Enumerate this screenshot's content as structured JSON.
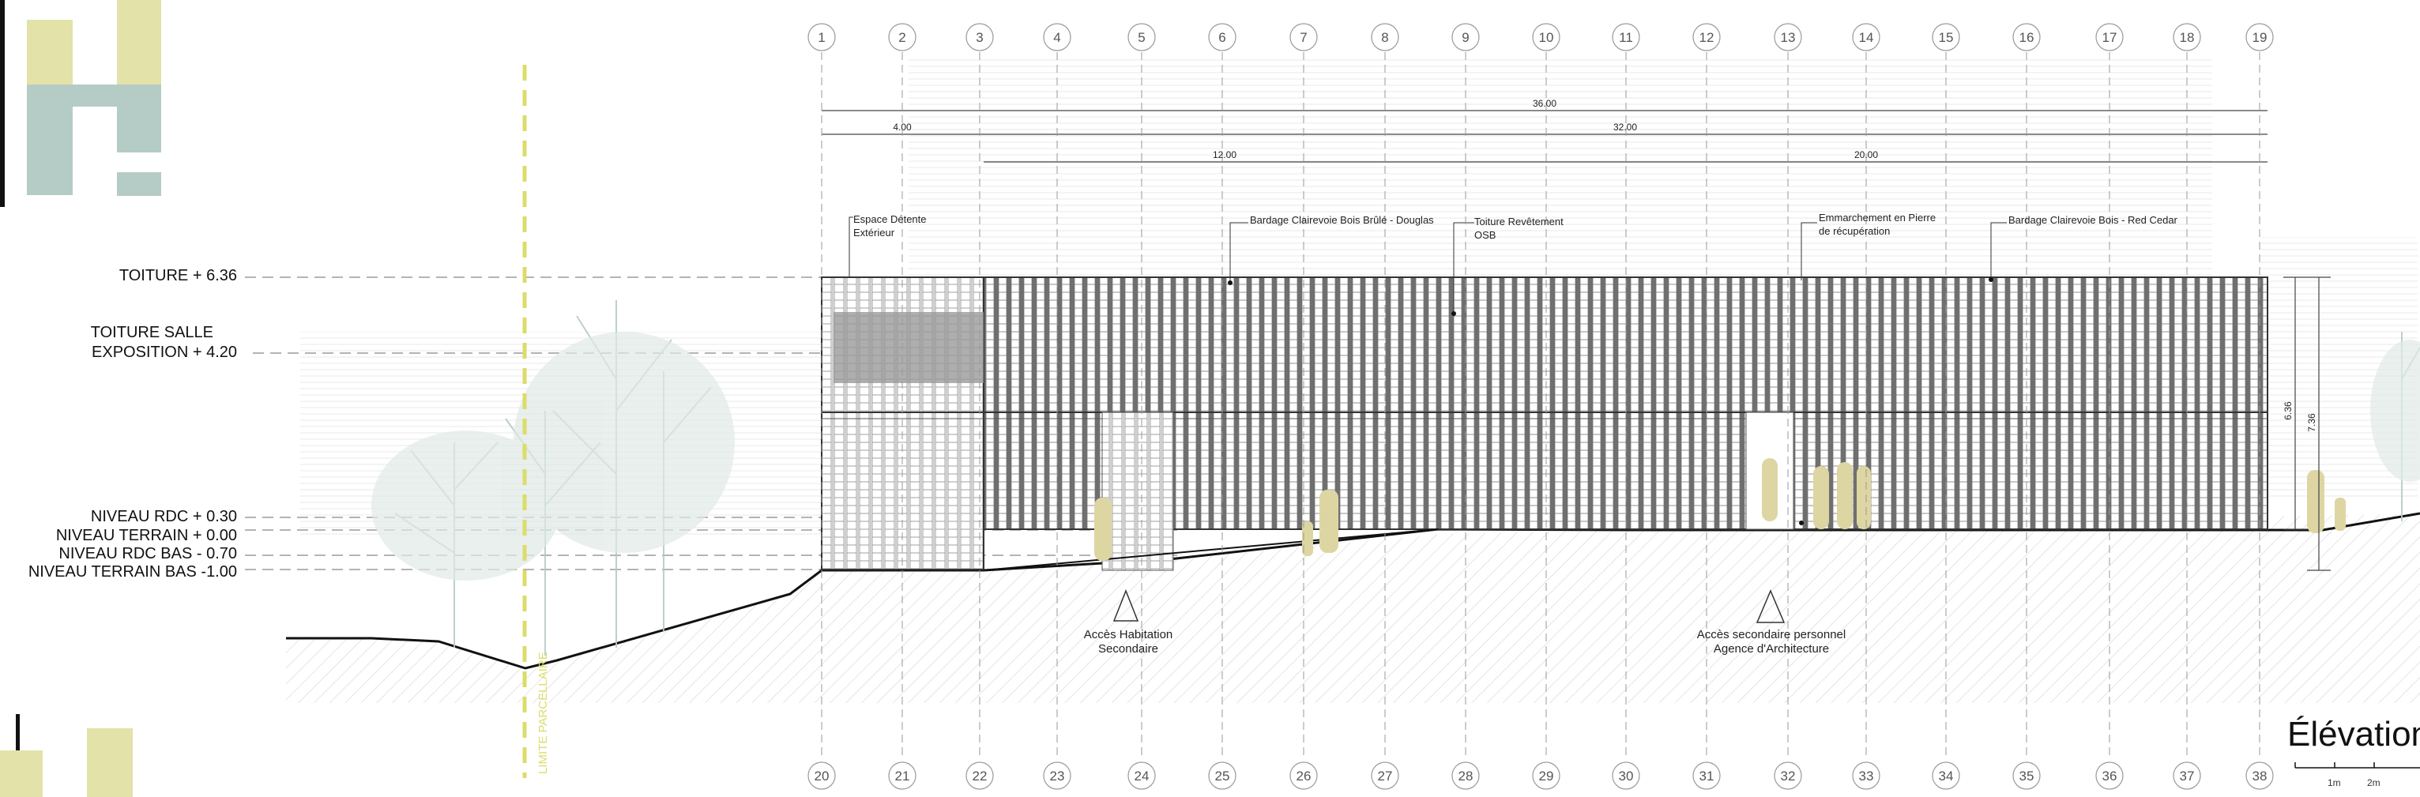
{
  "levels": [
    {
      "label": "TOITURE + 6.36"
    },
    {
      "label": "TOITURE SALLE"
    },
    {
      "label": "EXPOSITION + 4.20"
    },
    {
      "label": "NIVEAU RDC + 0.30"
    },
    {
      "label": "NIVEAU TERRAIN + 0.00"
    },
    {
      "label": "NIVEAU RDC BAS - 0.70"
    },
    {
      "label": "NIVEAU TERRAIN BAS -1.00"
    }
  ],
  "grid_top": [
    "1",
    "2",
    "3",
    "4",
    "5",
    "6",
    "7",
    "8",
    "9",
    "10",
    "11",
    "12",
    "13",
    "14",
    "15",
    "16",
    "17",
    "18",
    "19"
  ],
  "grid_bottom": [
    "20",
    "21",
    "22",
    "23",
    "24",
    "25",
    "26",
    "27",
    "28",
    "29",
    "30",
    "31",
    "32",
    "33",
    "34",
    "35",
    "36",
    "37",
    "38"
  ],
  "dimensions": {
    "total": "36.00",
    "left_bay": "4.00",
    "right_block": "32.00",
    "mid_a": "12.00",
    "mid_b": "20.00",
    "height_roof": "6.36",
    "height_total": "7.36"
  },
  "annotations": {
    "espace_1": "Espace Détente",
    "espace_2": "Extérieur",
    "bardage_douglas": "Bardage Clairevoie Bois Brûlé - Douglas",
    "toiture_1": "Toiture Revêtement",
    "toiture_2": "OSB",
    "emmarchement_1": "Emmarchement en Pierre",
    "emmarchement_2": "de récupération",
    "bardage_cedar": "Bardage Clairevoie Bois - Red Cedar",
    "acces_hab_1": "Accès Habitation",
    "acces_hab_2": "Secondaire",
    "acces_sec_1": "Accès secondaire personnel",
    "acces_sec_2": "Agence d'Architecture",
    "limite": "LIMITE PARCELLAIRE"
  },
  "title": "Élévation",
  "scale": {
    "a": "1m",
    "b": "2m"
  },
  "colors": {
    "accent_yellow": "#e3e2a8",
    "accent_green": "#b5ccc6",
    "limit_line": "#dcdc6a",
    "figure": "#ded8a8",
    "hatch": "#cfcfcf",
    "tree": "#c7d8d2"
  }
}
